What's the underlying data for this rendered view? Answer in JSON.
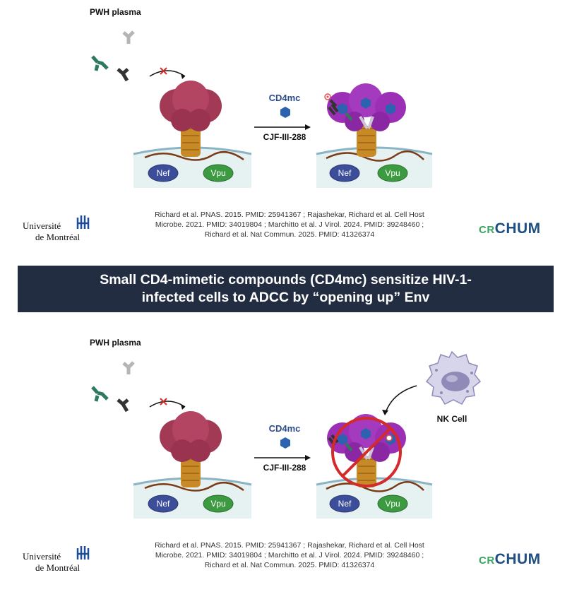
{
  "top": {
    "plasma_label": "PWH plasma",
    "drug_name": "CD4mc",
    "drug_code": "CJF-III-288",
    "nef_left": "Nef",
    "vpu_left": "Vpu",
    "nef_right": "Nef",
    "vpu_right": "Vpu",
    "refs": [
      "Richard et al. PNAS. 2015. PMID: 25941367 ;  Rajashekar, Richard et al. Cell Host",
      "Microbe. 2021. PMID: 34019804 ; Marchitto et al. J Virol. 2024. PMID: 39248460 ;",
      "Richard et al. Nat Commun. 2025. PMID: 41326374"
    ],
    "logo_left_line1": "Université",
    "logo_left_line2": "de Montréal",
    "logo_right_cr": "CR",
    "logo_right_chum": "CHUM"
  },
  "banner": {
    "line1": "Small CD4-mimetic compounds (CD4mc) sensitize HIV-1-",
    "line2": "infected cells to ADCC by “opening up” Env"
  },
  "bottom": {
    "plasma_label": "PWH plasma",
    "drug_name": "CD4mc",
    "drug_code": "CJF-III-288",
    "nk_label": "NK Cell",
    "nef_left": "Nef",
    "vpu_left": "Vpu",
    "nef_right": "Nef",
    "vpu_right": "Vpu",
    "refs": [
      "Richard et al. PNAS. 2015. PMID: 25941367 ;  Rajashekar, Richard et al. Cell Host",
      "Microbe. 2021. PMID: 34019804 ; Marchitto et al. J Virol. 2024. PMID: 39248460 ;",
      "Richard et al. Nat Commun. 2025. PMID: 41326374"
    ],
    "logo_left_line1": "Université",
    "logo_left_line2": "de Montréal",
    "logo_right_cr": "CR",
    "logo_right_chum": "CHUM"
  },
  "colors": {
    "env_closed": "#a33a55",
    "env_open": "#9b2fb5",
    "gp41": "#c88a26",
    "cell": "#e6f1f1",
    "nef": "#3c4e9a",
    "vpu": "#3c9a40",
    "cd4mc": "#2d62b0",
    "antibody_gray": "#b5b5b5",
    "antibody_dark": "#333333",
    "antibody_green": "#2e7a5f",
    "nk_cell": "#8f8ab8",
    "banner": "#232d42"
  }
}
